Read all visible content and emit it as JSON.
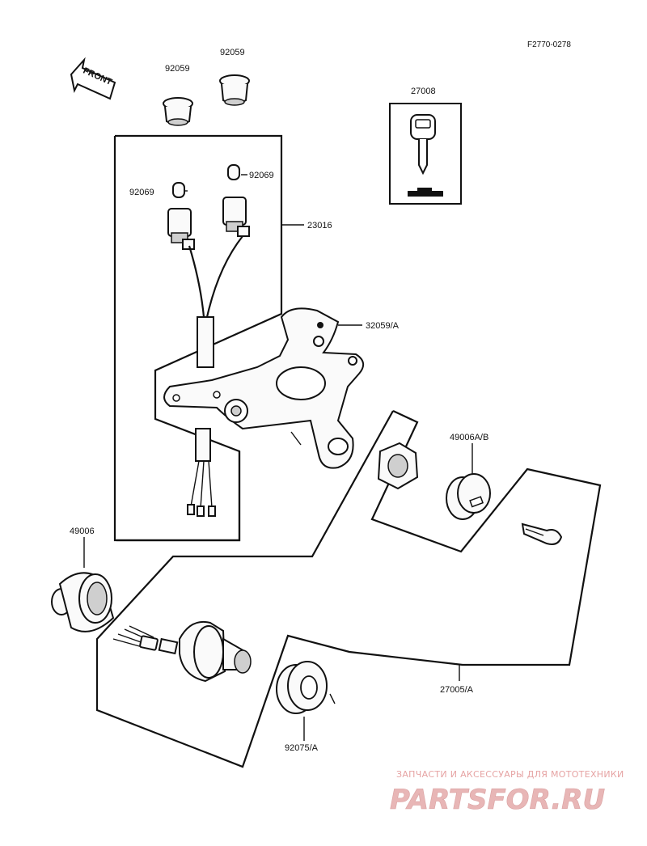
{
  "diagram": {
    "drawing_code": "F2770-0278",
    "front_label": "FRONT",
    "labels": {
      "p92059_a": "92059",
      "p92059_b": "92059",
      "p27008": "27008",
      "p92069_a": "92069",
      "p92069_b": "92069",
      "p23016": "23016",
      "p32059": "32059/A",
      "p49006ab": "49006A/B",
      "p49006": "49006",
      "p27005": "27005/A",
      "p92075": "92075/A"
    }
  },
  "watermark": {
    "line1": "ЗАПЧАСТИ И АКСЕССУАРЫ ДЛЯ МОТОТЕХНИКИ",
    "logo": "PARTSFOR.RU"
  }
}
